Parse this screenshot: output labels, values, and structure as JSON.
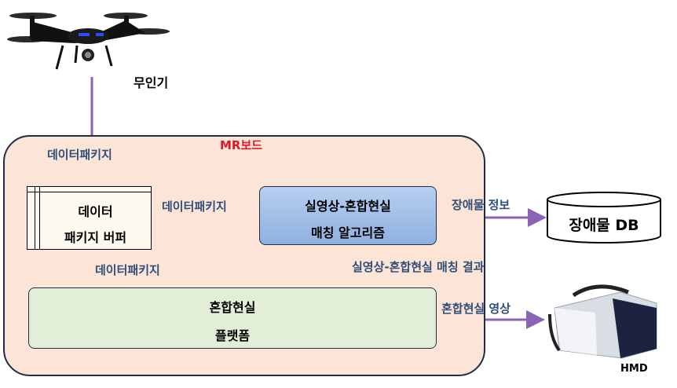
{
  "uav": {
    "label": "무인기"
  },
  "mr_board": {
    "title": "MR보드"
  },
  "labels": {
    "uav_to_buffer": "데이터패키지",
    "buffer_to_algo": "데이터패키지",
    "buffer_to_platform": "데이터패키지",
    "algo_to_platform": "실영상-혼합현실 매칭 결과",
    "db_to_algo": "장애물 정보",
    "platform_to_hmd": "혼합현실 영상"
  },
  "buffer_box": {
    "line1": "데이터",
    "line2": "패키지 버퍼"
  },
  "algo_box": {
    "line1": "실영상-혼합현실",
    "line2": "매칭 알고리즘"
  },
  "platform_box": {
    "line1": "혼합현실",
    "line2": "플랫폼"
  },
  "db": {
    "label": "장애물 DB"
  },
  "hmd": {
    "label": "HMD"
  },
  "colors": {
    "arrow": "#8a63b5",
    "board_fill": "#fce5d6",
    "algo_fill": "#9fbbe6",
    "platform_fill": "#e2efd6",
    "title_red": "#e0162b"
  }
}
